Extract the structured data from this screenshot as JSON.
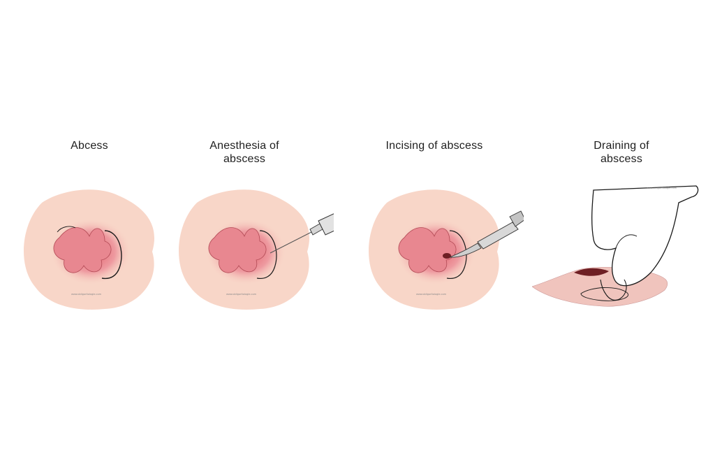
{
  "steps": [
    {
      "title_line1": "Abcess",
      "title_line2": "",
      "watermark": "www.obligoritologie.com"
    },
    {
      "title_line1": "Anesthesia of",
      "title_line2": "abscess",
      "watermark": "www.obligoritologie.com"
    },
    {
      "title_line1": "Incising of abscess",
      "title_line2": "",
      "watermark": "www.obligoritologie.com"
    },
    {
      "title_line1": "Draining of",
      "title_line2": "abscess",
      "watermark": "www.obligoritologie.com"
    }
  ],
  "colors": {
    "skin": "#f8d6c8",
    "abscess_inner": "#e8707a",
    "abscess_outer": "#f2b3b3",
    "outline": "#1a1a1a",
    "metal": "#c9c9c9",
    "wound": "#6e1f24"
  }
}
